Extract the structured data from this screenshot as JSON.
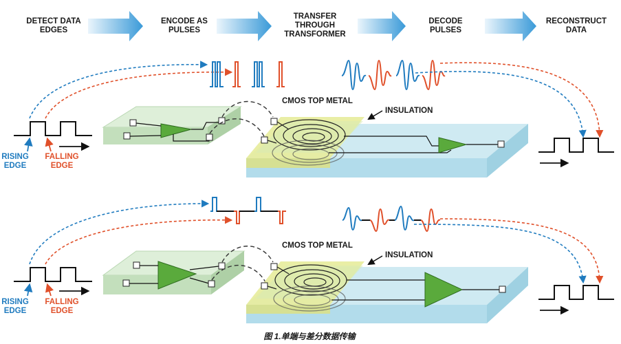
{
  "colors": {
    "rising": "#1f7bbf",
    "falling": "#e0502a",
    "arrow_grad_light": "#eaf5fc",
    "arrow_grad_dark": "#3a9ad8",
    "chip_green": "#cfe7c9",
    "metal_yellow": "#e7ec9b",
    "substrate_blue": "#bfe4ee",
    "buffer_green": "#5aaa3c"
  },
  "process_steps": [
    {
      "line1": "DETECT DATA",
      "line2": "EDGES"
    },
    {
      "line1": "ENCODE AS",
      "line2": "PULSES"
    },
    {
      "line1": "TRANSFER",
      "line2": "THROUGH",
      "line3": "TRANSFORMER"
    },
    {
      "line1": "DECODE",
      "line2": "PULSES"
    },
    {
      "line1": "RECONSTRUCT",
      "line2": "DATA"
    }
  ],
  "top_panel": {
    "cmos_label": "CMOS TOP METAL",
    "insulation_label": "INSULATION",
    "rising_label_1": "RISING",
    "rising_label_2": "EDGE",
    "falling_label_1": "FALLING",
    "falling_label_2": "EDGE"
  },
  "bottom_panel": {
    "cmos_label": "CMOS TOP METAL",
    "insulation_label": "INSULATION",
    "rising_label_1": "RISING",
    "rising_label_2": "EDGE",
    "falling_label_1": "FALLING",
    "falling_label_2": "EDGE"
  },
  "caption": "图 1.单端与差分数据传输"
}
